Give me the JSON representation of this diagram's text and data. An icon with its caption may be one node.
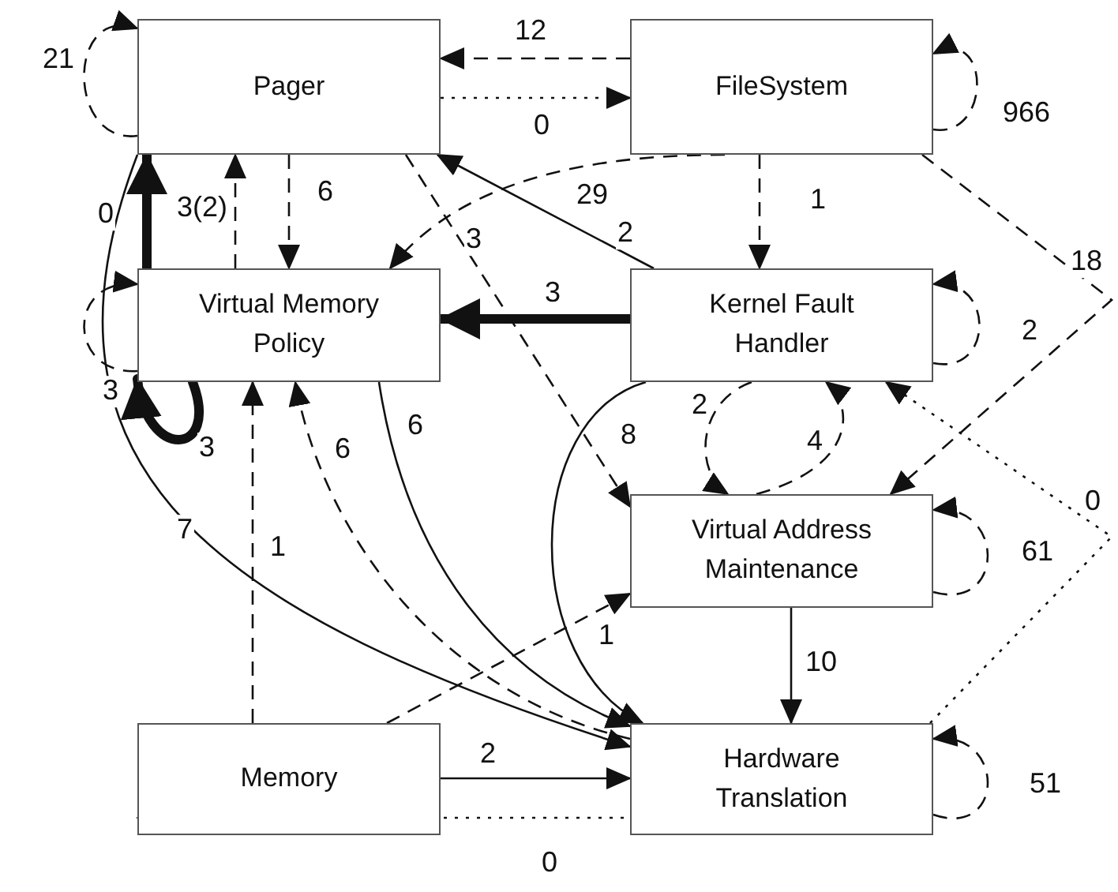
{
  "diagram": {
    "nodes": [
      {
        "text": [
          "Pager"
        ]
      },
      {
        "text": [
          "FileSystem"
        ]
      },
      {
        "text": [
          "Virtual Memory Policy"
        ]
      },
      {
        "text": [
          "Kernel Fault Handler"
        ]
      },
      {
        "text": [
          "Virtual Address Maintenance"
        ]
      },
      {
        "text": [
          "Memory"
        ]
      },
      {
        "text": [
          "Hardware Translation"
        ]
      }
    ],
    "edges": [
      {
        "from": 0,
        "to": 0,
        "arrow": "to",
        "label": "21",
        "style": "dashed"
      },
      {
        "from": 1,
        "to": 0,
        "arrow": "to",
        "label": "12",
        "style": "dashed"
      },
      {
        "from": 0,
        "to": 1,
        "arrow": "to",
        "label": "0",
        "style": "dashed"
      },
      {
        "from": 1,
        "to": 1,
        "arrow": "to",
        "label": "966",
        "style": "dashed"
      },
      {
        "from": 0,
        "to": 2,
        "arrow": "to",
        "label": "6",
        "style": "dashed"
      },
      {
        "from": 2,
        "to": 0,
        "arrow": "to",
        "label": "3(2)",
        "style": "dashed"
      },
      {
        "from": 2,
        "to": 0,
        "arrow": "to",
        "label": "0",
        "style": "thick"
      },
      {
        "from": 2,
        "to": 2,
        "arrow": "to",
        "style": "dashed"
      },
      {
        "from": 2,
        "to": 2,
        "arrow": "to",
        "label": "3",
        "style": "thick"
      },
      {
        "from": 1,
        "to": 2,
        "arrow": "to",
        "label": "29",
        "style": "dashed"
      },
      {
        "from": 1,
        "to": 3,
        "arrow": "to",
        "label": "1",
        "style": "dashed"
      },
      {
        "from": 3,
        "to": 0,
        "arrow": "to",
        "label": "2"
      },
      {
        "from": 3,
        "to": 2,
        "arrow": "to",
        "label": "3",
        "style": "thick"
      },
      {
        "from": 0,
        "to": 4,
        "arrow": "to",
        "label": "3",
        "style": "dashed"
      },
      {
        "from": 1,
        "to": 4,
        "arrow": "to",
        "label": "18",
        "style": "dashed"
      },
      {
        "from": 3,
        "to": 3,
        "arrow": "to",
        "label": "2",
        "style": "dashed"
      },
      {
        "from": 3,
        "to": 4,
        "arrow": "to",
        "label": "2",
        "style": "dashed"
      },
      {
        "from": 4,
        "to": 3,
        "arrow": "to",
        "label": "4",
        "style": "dashed"
      },
      {
        "from": 6,
        "to": 3,
        "arrow": "to",
        "label": "0",
        "style": "dashed"
      },
      {
        "from": 4,
        "to": 4,
        "arrow": "to",
        "label": "61",
        "style": "dashed"
      },
      {
        "from": 4,
        "to": 6,
        "arrow": "to",
        "label": "10"
      },
      {
        "from": 6,
        "to": 6,
        "arrow": "to",
        "label": "51",
        "style": "dashed"
      },
      {
        "from": 3,
        "to": 6,
        "arrow": "to",
        "label": "8"
      },
      {
        "from": 0,
        "to": 6,
        "arrow": "to",
        "label": "7"
      },
      {
        "from": 2,
        "to": 6,
        "arrow": "to",
        "label": "6"
      },
      {
        "from": 6,
        "to": 2,
        "arrow": "to",
        "label": "6",
        "style": "dashed"
      },
      {
        "from": 5,
        "to": 2,
        "arrow": "to",
        "label": "1",
        "style": "dashed"
      },
      {
        "from": 5,
        "to": 4,
        "arrow": "to",
        "label": "1",
        "style": "dashed"
      },
      {
        "from": 5,
        "to": 6,
        "arrow": "to",
        "label": "2"
      },
      {
        "from": 6,
        "to": 5,
        "arrow": "to",
        "label": "0",
        "style": "dashed"
      }
    ],
    "labels": [
      "3"
    ]
  }
}
